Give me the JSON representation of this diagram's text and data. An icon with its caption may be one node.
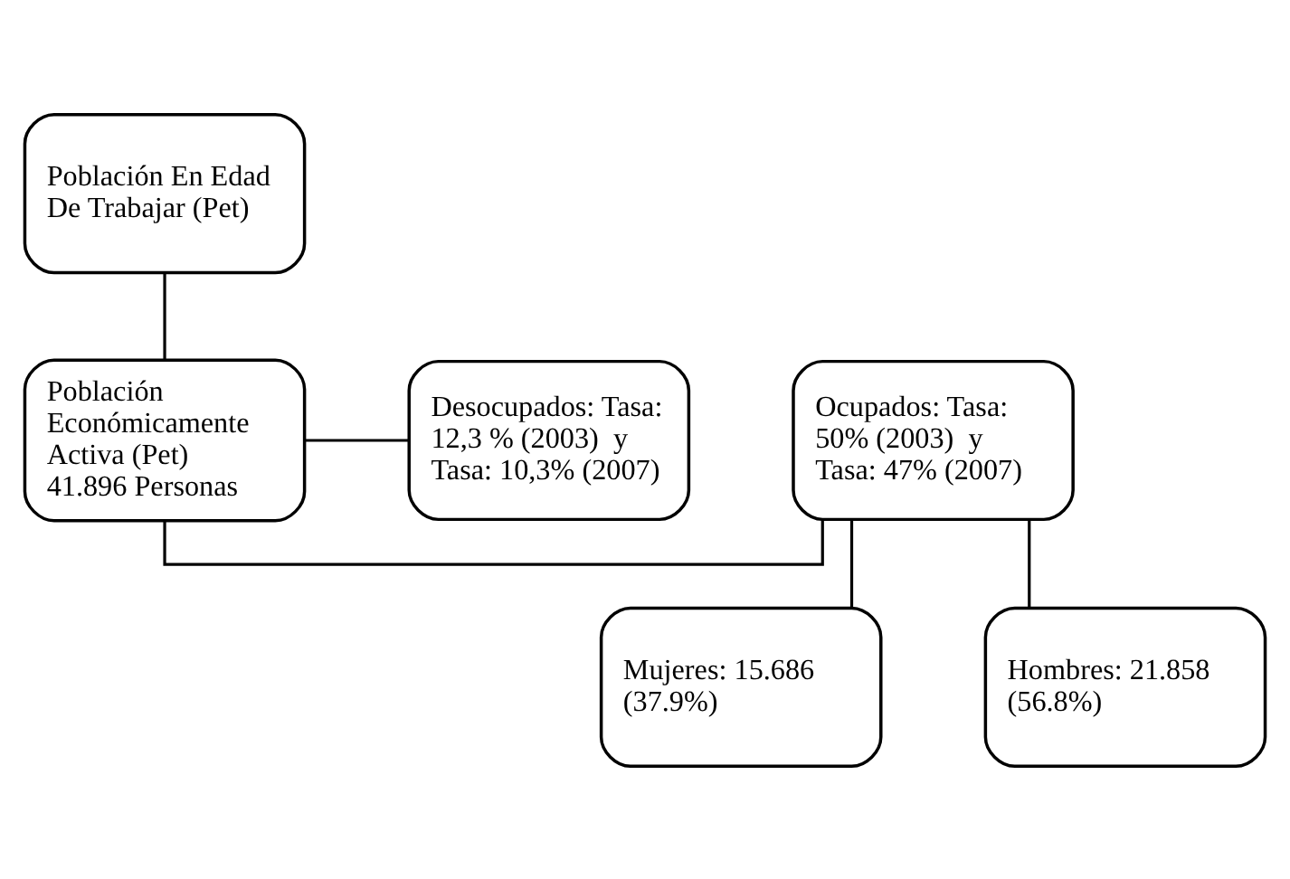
{
  "diagram": {
    "nodes": [
      {
        "text": [
          "Población En Edad De Trabajar (Pet)"
        ]
      },
      {
        "text": [
          "Población Económicamente Activa (Pet) 41.896 Personas"
        ]
      },
      {
        "text": [
          "Ocupados: Tasa: 50% (2003)  y Tasa: 47% (2007)"
        ]
      },
      {
        "text": [
          "Desocupados: Tasa: 12,3 % (2003)  y Tasa: 10,3% (2007)"
        ]
      },
      {
        "text": [
          "Mujeres: 15.686 (37.9%)"
        ]
      },
      {
        "text": [
          "Hombres: 21.858 (56.8%)"
        ]
      }
    ],
    "edges": [
      {
        "from": 0,
        "to": 1,
        "arrow": "none"
      },
      {
        "from": 1,
        "to": 2,
        "arrow": "none"
      },
      {
        "from": 1,
        "to": 3,
        "arrow": "none"
      },
      {
        "from": 2,
        "to": 4,
        "arrow": "none"
      },
      {
        "from": 2,
        "to": 5,
        "arrow": "none"
      }
    ]
  }
}
